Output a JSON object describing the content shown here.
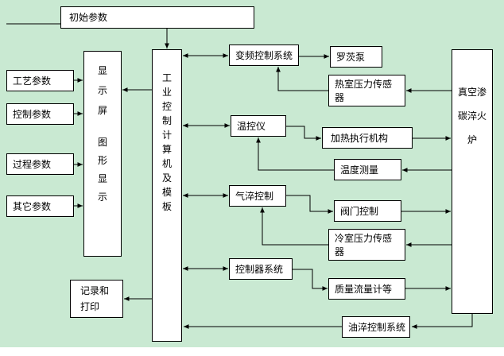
{
  "diagram": {
    "background_color": "#c9e9d2",
    "box_fill": "#ffffff",
    "line_color": "#000000",
    "nodes": {
      "initial_params": {
        "label": "初始参数"
      },
      "craft_params": {
        "label": "工艺参数"
      },
      "control_params": {
        "label": "控制参数"
      },
      "process_params": {
        "label": "过程参数"
      },
      "other_params": {
        "label": "其它参数"
      },
      "display_screen": {
        "label_top": "显示屏",
        "label_bottom": "图形显示"
      },
      "industrial_computer": {
        "label": "工业控制计算机及模板"
      },
      "vfd_system": {
        "label": "变频控制系统"
      },
      "roots_pump": {
        "label": "罗茨泵"
      },
      "hot_chamber_pressure_sensor": {
        "label": "热室压力传感器"
      },
      "temp_controller": {
        "label": "温控仪"
      },
      "heating_actuator": {
        "label": "加热执行机构"
      },
      "temp_measurement": {
        "label": "温度测量"
      },
      "gas_quench_control": {
        "label": "气淬控制"
      },
      "valve_control": {
        "label": "阀门控制"
      },
      "cold_chamber_pressure_sensor": {
        "label": "冷室压力传感器"
      },
      "controller_system": {
        "label": "控制器系统"
      },
      "mass_flow_meters": {
        "label": "质量流量计等"
      },
      "oil_quench_system": {
        "label": "油淬控制系统"
      },
      "furnace": {
        "label": "真空渗碳淬火炉"
      },
      "record_print": {
        "label": "记录和打印"
      }
    }
  }
}
